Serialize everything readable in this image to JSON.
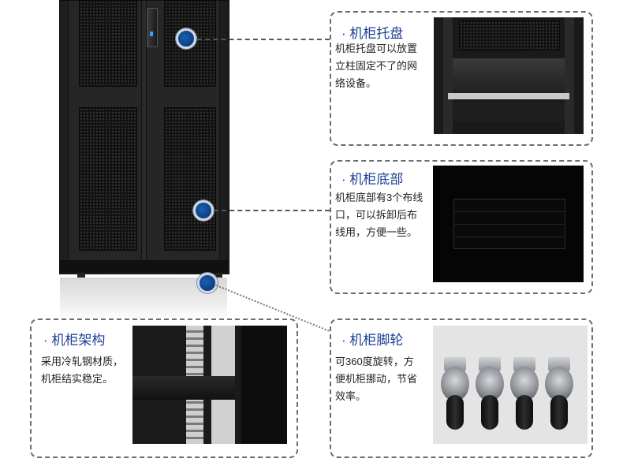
{
  "tray": {
    "title": "· 机柜托盘",
    "text": [
      "机柜托盘可以放置",
      "立柱固定不了的网",
      "络设备。"
    ]
  },
  "bottom": {
    "title": "· 机柜底部",
    "text": [
      "机柜底部有3个布线",
      "口，可以拆卸后布",
      "线用，方便一些。"
    ]
  },
  "frame": {
    "title": "· 机柜架构",
    "text": [
      "采用冷轧钢材质，",
      "机柜结实稳定。"
    ]
  },
  "casters": {
    "title": "· 机柜脚轮",
    "text": [
      "可360度旋转，方",
      "便机柜挪动，节省",
      "效率。"
    ]
  },
  "colors": {
    "marker": "#0b3f82",
    "title": "#1c3f94",
    "border": "#6d6d6d"
  }
}
